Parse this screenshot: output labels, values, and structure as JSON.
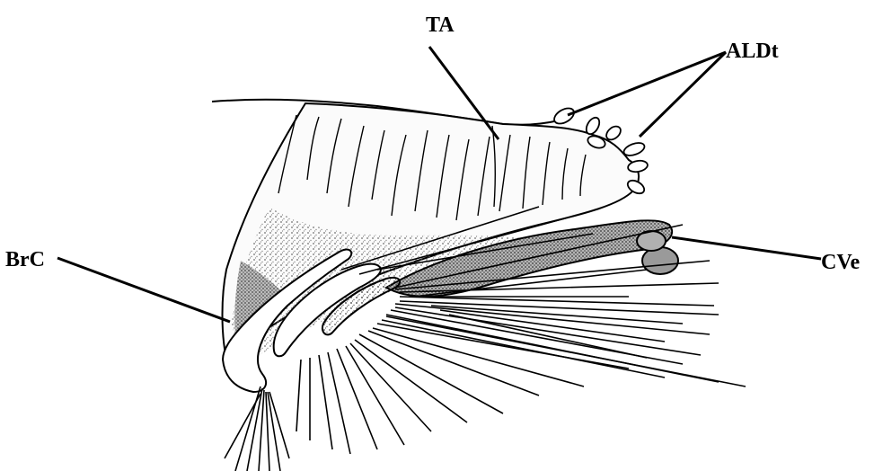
{
  "figure": {
    "labels": {
      "ta": "TA",
      "aldt": "ALDt",
      "brc": "BrC",
      "cve": "CVe"
    },
    "colors": {
      "ink": "#000000",
      "background": "#ffffff",
      "stipple_light": "#c8c8c8",
      "stipple_dark": "#6e6e6e",
      "lobe_fill": "#9a9a9a"
    }
  }
}
